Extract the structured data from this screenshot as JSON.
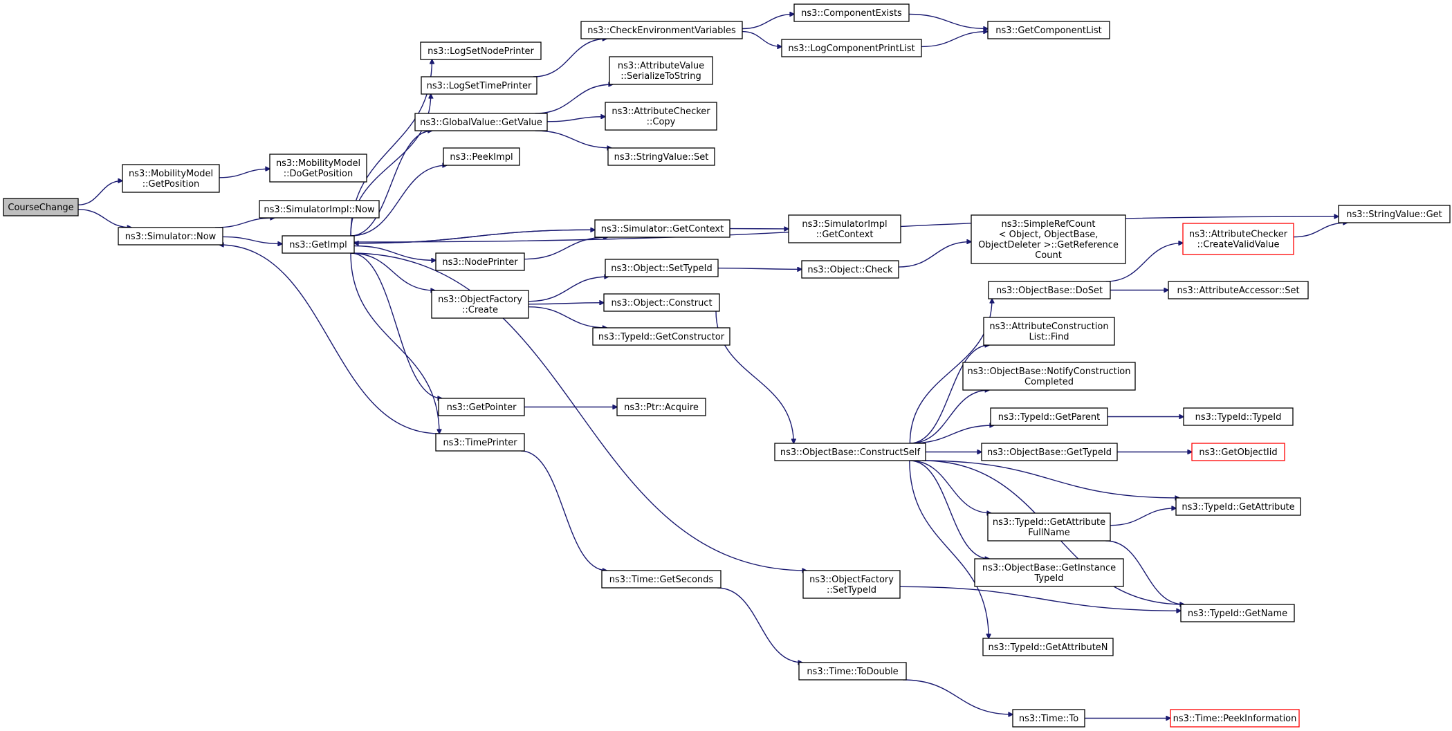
{
  "colors": {
    "edge": "#191970",
    "box_border": "#000000",
    "truncated_border": "#ff0000",
    "root_fill": "#bfbfbf",
    "background": "#ffffff"
  },
  "nodes": [
    {
      "id": "CourseChange",
      "lines": [
        "CourseChange"
      ],
      "root": true
    },
    {
      "id": "MM_GetPosition",
      "lines": [
        "ns3::MobilityModel",
        "::GetPosition"
      ]
    },
    {
      "id": "MM_DoGetPosition",
      "lines": [
        "ns3::MobilityModel",
        "::DoGetPosition"
      ]
    },
    {
      "id": "Sim_Now",
      "lines": [
        "ns3::Simulator::Now"
      ]
    },
    {
      "id": "SimImpl_Now",
      "lines": [
        "ns3::SimulatorImpl::Now"
      ]
    },
    {
      "id": "GetImpl",
      "lines": [
        "ns3::GetImpl"
      ]
    },
    {
      "id": "LogSetNodePrinter",
      "lines": [
        "ns3::LogSetNodePrinter"
      ]
    },
    {
      "id": "LogSetTimePrinter",
      "lines": [
        "ns3::LogSetTimePrinter"
      ]
    },
    {
      "id": "GV_GetValue",
      "lines": [
        "ns3::GlobalValue::GetValue"
      ]
    },
    {
      "id": "PeekImpl",
      "lines": [
        "ns3::PeekImpl"
      ]
    },
    {
      "id": "CheckEnv",
      "lines": [
        "ns3::CheckEnvironmentVariables"
      ]
    },
    {
      "id": "ComponentExists",
      "lines": [
        "ns3::ComponentExists"
      ]
    },
    {
      "id": "LogComponentPrintList",
      "lines": [
        "ns3::LogComponentPrintList"
      ]
    },
    {
      "id": "GetComponentList",
      "lines": [
        "ns3::GetComponentList"
      ]
    },
    {
      "id": "AV_Serialize",
      "lines": [
        "ns3::AttributeValue",
        "::SerializeToString"
      ]
    },
    {
      "id": "AC_Copy",
      "lines": [
        "ns3::AttributeChecker",
        "::Copy"
      ]
    },
    {
      "id": "SV_Set",
      "lines": [
        "ns3::StringValue::Set"
      ]
    },
    {
      "id": "SV_Get",
      "lines": [
        "ns3::StringValue::Get"
      ]
    },
    {
      "id": "Sim_GetContext",
      "lines": [
        "ns3::Simulator::GetContext"
      ]
    },
    {
      "id": "SimImpl_GetContext",
      "lines": [
        "ns3::SimulatorImpl",
        "::GetContext"
      ]
    },
    {
      "id": "NodePrinter",
      "lines": [
        "ns3::NodePrinter"
      ]
    },
    {
      "id": "OF_Create",
      "lines": [
        "ns3::ObjectFactory",
        "::Create"
      ]
    },
    {
      "id": "Obj_SetTypeId",
      "lines": [
        "ns3::Object::SetTypeId"
      ]
    },
    {
      "id": "Obj_Construct",
      "lines": [
        "ns3::Object::Construct"
      ]
    },
    {
      "id": "TID_GetConstructor",
      "lines": [
        "ns3::TypeId::GetConstructor"
      ]
    },
    {
      "id": "Obj_Check",
      "lines": [
        "ns3::Object::Check"
      ]
    },
    {
      "id": "SimpleRefCount",
      "lines": [
        "ns3::SimpleRefCount",
        "< Object, ObjectBase,",
        "ObjectDeleter >::GetReference",
        "Count"
      ]
    },
    {
      "id": "AC_CreateValidValue",
      "lines": [
        "ns3::AttributeChecker",
        "::CreateValidValue"
      ],
      "truncated": true
    },
    {
      "id": "OB_DoSet",
      "lines": [
        "ns3::ObjectBase::DoSet"
      ]
    },
    {
      "id": "AA_Set",
      "lines": [
        "ns3::AttributeAccessor::Set"
      ]
    },
    {
      "id": "ACL_Find",
      "lines": [
        "ns3::AttributeConstruction",
        "List::Find"
      ]
    },
    {
      "id": "OB_Notify",
      "lines": [
        "ns3::ObjectBase::NotifyConstruction",
        "Completed"
      ]
    },
    {
      "id": "TID_GetParent",
      "lines": [
        "ns3::TypeId::GetParent"
      ]
    },
    {
      "id": "TID_TypeId",
      "lines": [
        "ns3::TypeId::TypeId"
      ]
    },
    {
      "id": "GetPointer",
      "lines": [
        "ns3::GetPointer"
      ]
    },
    {
      "id": "Ptr_Acquire",
      "lines": [
        "ns3::Ptr::Acquire"
      ]
    },
    {
      "id": "TimePrinter",
      "lines": [
        "ns3::TimePrinter"
      ]
    },
    {
      "id": "OB_ConstructSelf",
      "lines": [
        "ns3::ObjectBase::ConstructSelf"
      ]
    },
    {
      "id": "OB_GetTypeId",
      "lines": [
        "ns3::ObjectBase::GetTypeId"
      ]
    },
    {
      "id": "GetObjectIid",
      "lines": [
        "ns3::GetObjectIid"
      ],
      "truncated": true
    },
    {
      "id": "TID_GetAttribute",
      "lines": [
        "ns3::TypeId::GetAttribute"
      ]
    },
    {
      "id": "TID_GetAttrFullName",
      "lines": [
        "ns3::TypeId::GetAttribute",
        "FullName"
      ]
    },
    {
      "id": "OB_GetInstanceTypeId",
      "lines": [
        "ns3::ObjectBase::GetInstance",
        "TypeId"
      ]
    },
    {
      "id": "Time_GetSeconds",
      "lines": [
        "ns3::Time::GetSeconds"
      ]
    },
    {
      "id": "OF_SetTypeId",
      "lines": [
        "ns3::ObjectFactory",
        "::SetTypeId"
      ]
    },
    {
      "id": "TID_GetName",
      "lines": [
        "ns3::TypeId::GetName"
      ]
    },
    {
      "id": "TID_GetAttributeN",
      "lines": [
        "ns3::TypeId::GetAttributeN"
      ]
    },
    {
      "id": "Time_ToDouble",
      "lines": [
        "ns3::Time::ToDouble"
      ]
    },
    {
      "id": "Time_To",
      "lines": [
        "ns3::Time::To"
      ]
    },
    {
      "id": "Time_PeekInfo",
      "lines": [
        "ns3::Time::PeekInformation"
      ],
      "truncated": true
    }
  ],
  "edges": [
    [
      "CourseChange",
      "MM_GetPosition"
    ],
    [
      "CourseChange",
      "Sim_Now"
    ],
    [
      "MM_GetPosition",
      "MM_DoGetPosition"
    ],
    [
      "Sim_Now",
      "SimImpl_Now"
    ],
    [
      "Sim_Now",
      "GetImpl"
    ],
    [
      "GetImpl",
      "LogSetNodePrinter"
    ],
    [
      "GetImpl",
      "LogSetTimePrinter"
    ],
    [
      "GetImpl",
      "GV_GetValue"
    ],
    [
      "GetImpl",
      "PeekImpl"
    ],
    [
      "GetImpl",
      "SV_Get"
    ],
    [
      "GetImpl",
      "Sim_GetContext"
    ],
    [
      "GetImpl",
      "NodePrinter"
    ],
    [
      "GetImpl",
      "OF_Create"
    ],
    [
      "GetImpl",
      "GetPointer"
    ],
    [
      "GetImpl",
      "TimePrinter"
    ],
    [
      "GetImpl",
      "OF_SetTypeId"
    ],
    [
      "LogSetTimePrinter",
      "CheckEnv"
    ],
    [
      "CheckEnv",
      "ComponentExists"
    ],
    [
      "CheckEnv",
      "LogComponentPrintList"
    ],
    [
      "ComponentExists",
      "GetComponentList"
    ],
    [
      "LogComponentPrintList",
      "GetComponentList"
    ],
    [
      "GV_GetValue",
      "AV_Serialize"
    ],
    [
      "GV_GetValue",
      "AC_Copy"
    ],
    [
      "GV_GetValue",
      "SV_Set"
    ],
    [
      "Sim_GetContext",
      "GetImpl"
    ],
    [
      "Sim_GetContext",
      "SimImpl_GetContext"
    ],
    [
      "NodePrinter",
      "Sim_GetContext"
    ],
    [
      "OF_Create",
      "Obj_SetTypeId"
    ],
    [
      "OF_Create",
      "Obj_Construct"
    ],
    [
      "OF_Create",
      "TID_GetConstructor"
    ],
    [
      "Obj_SetTypeId",
      "Obj_Check"
    ],
    [
      "Obj_Check",
      "SimpleRefCount"
    ],
    [
      "Obj_Construct",
      "OB_ConstructSelf"
    ],
    [
      "GetPointer",
      "Ptr_Acquire"
    ],
    [
      "TimePrinter",
      "Sim_Now"
    ],
    [
      "TimePrinter",
      "Time_GetSeconds"
    ],
    [
      "Time_GetSeconds",
      "Time_ToDouble"
    ],
    [
      "Time_ToDouble",
      "Time_To"
    ],
    [
      "Time_To",
      "Time_PeekInfo"
    ],
    [
      "OF_SetTypeId",
      "TID_GetName"
    ],
    [
      "OB_ConstructSelf",
      "OB_DoSet"
    ],
    [
      "OB_ConstructSelf",
      "ACL_Find"
    ],
    [
      "OB_ConstructSelf",
      "OB_Notify"
    ],
    [
      "OB_ConstructSelf",
      "TID_GetParent"
    ],
    [
      "OB_ConstructSelf",
      "OB_GetTypeId"
    ],
    [
      "OB_ConstructSelf",
      "TID_GetAttribute"
    ],
    [
      "OB_ConstructSelf",
      "TID_GetAttrFullName"
    ],
    [
      "OB_ConstructSelf",
      "OB_GetInstanceTypeId"
    ],
    [
      "OB_ConstructSelf",
      "TID_GetName"
    ],
    [
      "OB_ConstructSelf",
      "TID_GetAttributeN"
    ],
    [
      "OB_DoSet",
      "AC_CreateValidValue"
    ],
    [
      "OB_DoSet",
      "AA_Set"
    ],
    [
      "AC_CreateValidValue",
      "SV_Get"
    ],
    [
      "TID_GetParent",
      "TID_TypeId"
    ],
    [
      "OB_GetTypeId",
      "GetObjectIid"
    ],
    [
      "TID_GetAttrFullName",
      "TID_GetAttribute"
    ],
    [
      "TID_GetAttrFullName",
      "TID_GetName"
    ]
  ]
}
